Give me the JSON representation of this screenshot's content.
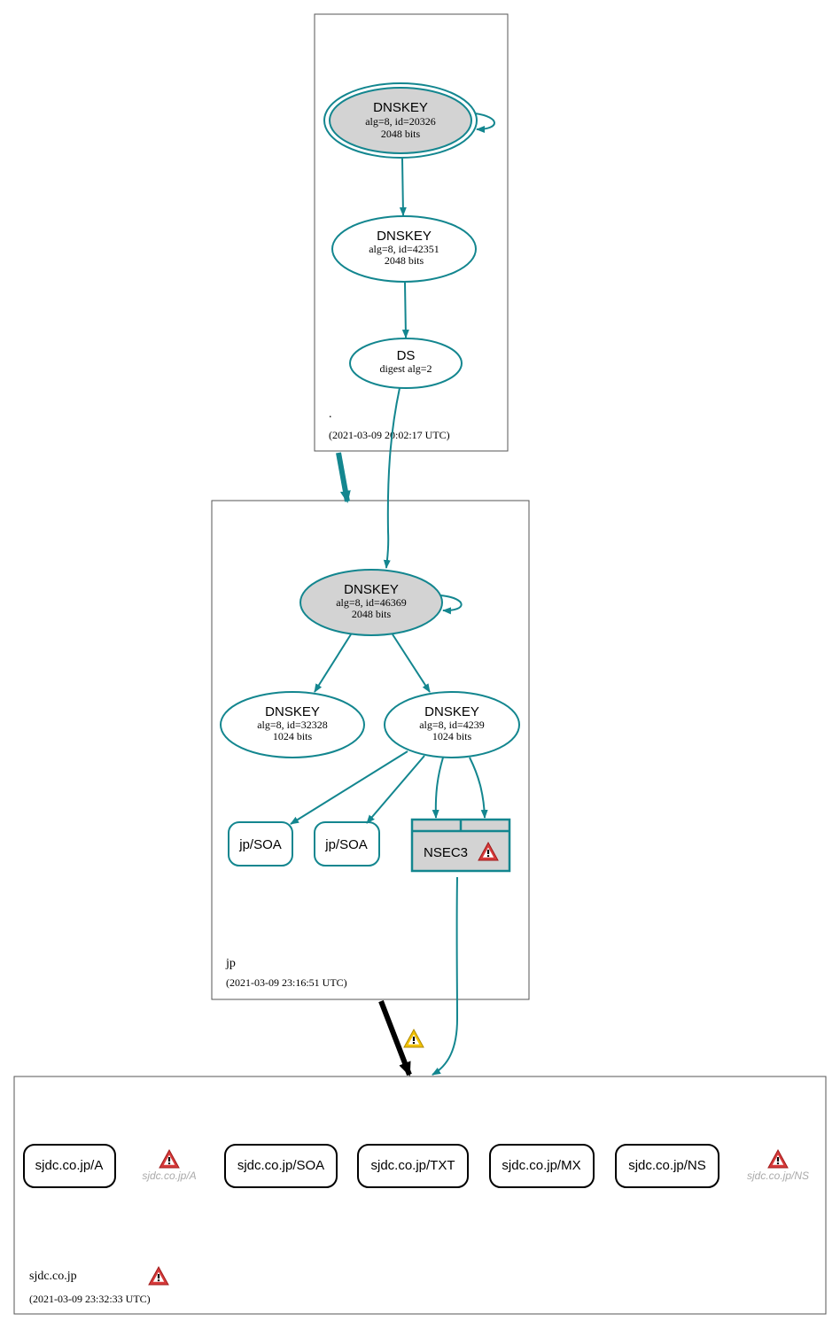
{
  "colors": {
    "edge": "#13868f",
    "node_stroke": "#13868f",
    "ksk_fill": "#d3d3d3",
    "zone_border": "#555555",
    "delegation_ok": "#13868f",
    "delegation_insecure": "#000000",
    "warning_red": "#d63a3a",
    "warning_yellow": "#f2c200",
    "muted_text": "#aaaaaa"
  },
  "zones": {
    "root": {
      "name": ".",
      "timestamp": "(2021-03-09 20:02:17 UTC)"
    },
    "jp": {
      "name": "jp",
      "timestamp": "(2021-03-09 23:16:51 UTC)"
    },
    "sjdc": {
      "name": "sjdc.co.jp",
      "timestamp": "(2021-03-09 23:32:33 UTC)",
      "warning_icon": "warning-red-icon"
    }
  },
  "nodes": {
    "root_ksk": {
      "title": "DNSKEY",
      "line1": "alg=8, id=20326",
      "line2": "2048 bits"
    },
    "root_zsk": {
      "title": "DNSKEY",
      "line1": "alg=8, id=42351",
      "line2": "2048 bits"
    },
    "root_ds": {
      "title": "DS",
      "line1": "digest alg=2"
    },
    "jp_ksk": {
      "title": "DNSKEY",
      "line1": "alg=8, id=46369",
      "line2": "2048 bits"
    },
    "jp_zsk1": {
      "title": "DNSKEY",
      "line1": "alg=8, id=32328",
      "line2": "1024 bits"
    },
    "jp_zsk2": {
      "title": "DNSKEY",
      "line1": "alg=8, id=4239",
      "line2": "1024 bits"
    },
    "jp_soa1": {
      "label": "jp/SOA"
    },
    "jp_soa2": {
      "label": "jp/SOA"
    },
    "jp_nsec3": {
      "label": "NSEC3",
      "icon": "warning-red-icon"
    }
  },
  "records": [
    {
      "label": "sjdc.co.jp/A",
      "kind": "rrset"
    },
    {
      "label": "sjdc.co.jp/A",
      "kind": "nonexistent",
      "icon": "warning-red-icon"
    },
    {
      "label": "sjdc.co.jp/SOA",
      "kind": "rrset"
    },
    {
      "label": "sjdc.co.jp/TXT",
      "kind": "rrset"
    },
    {
      "label": "sjdc.co.jp/MX",
      "kind": "rrset"
    },
    {
      "label": "sjdc.co.jp/NS",
      "kind": "rrset"
    },
    {
      "label": "sjdc.co.jp/NS",
      "kind": "nonexistent",
      "icon": "warning-red-icon"
    }
  ],
  "delegations": {
    "root_to_jp": {
      "status": "secure"
    },
    "jp_to_sjdc": {
      "status": "insecure",
      "icon": "warning-yellow-icon"
    }
  }
}
